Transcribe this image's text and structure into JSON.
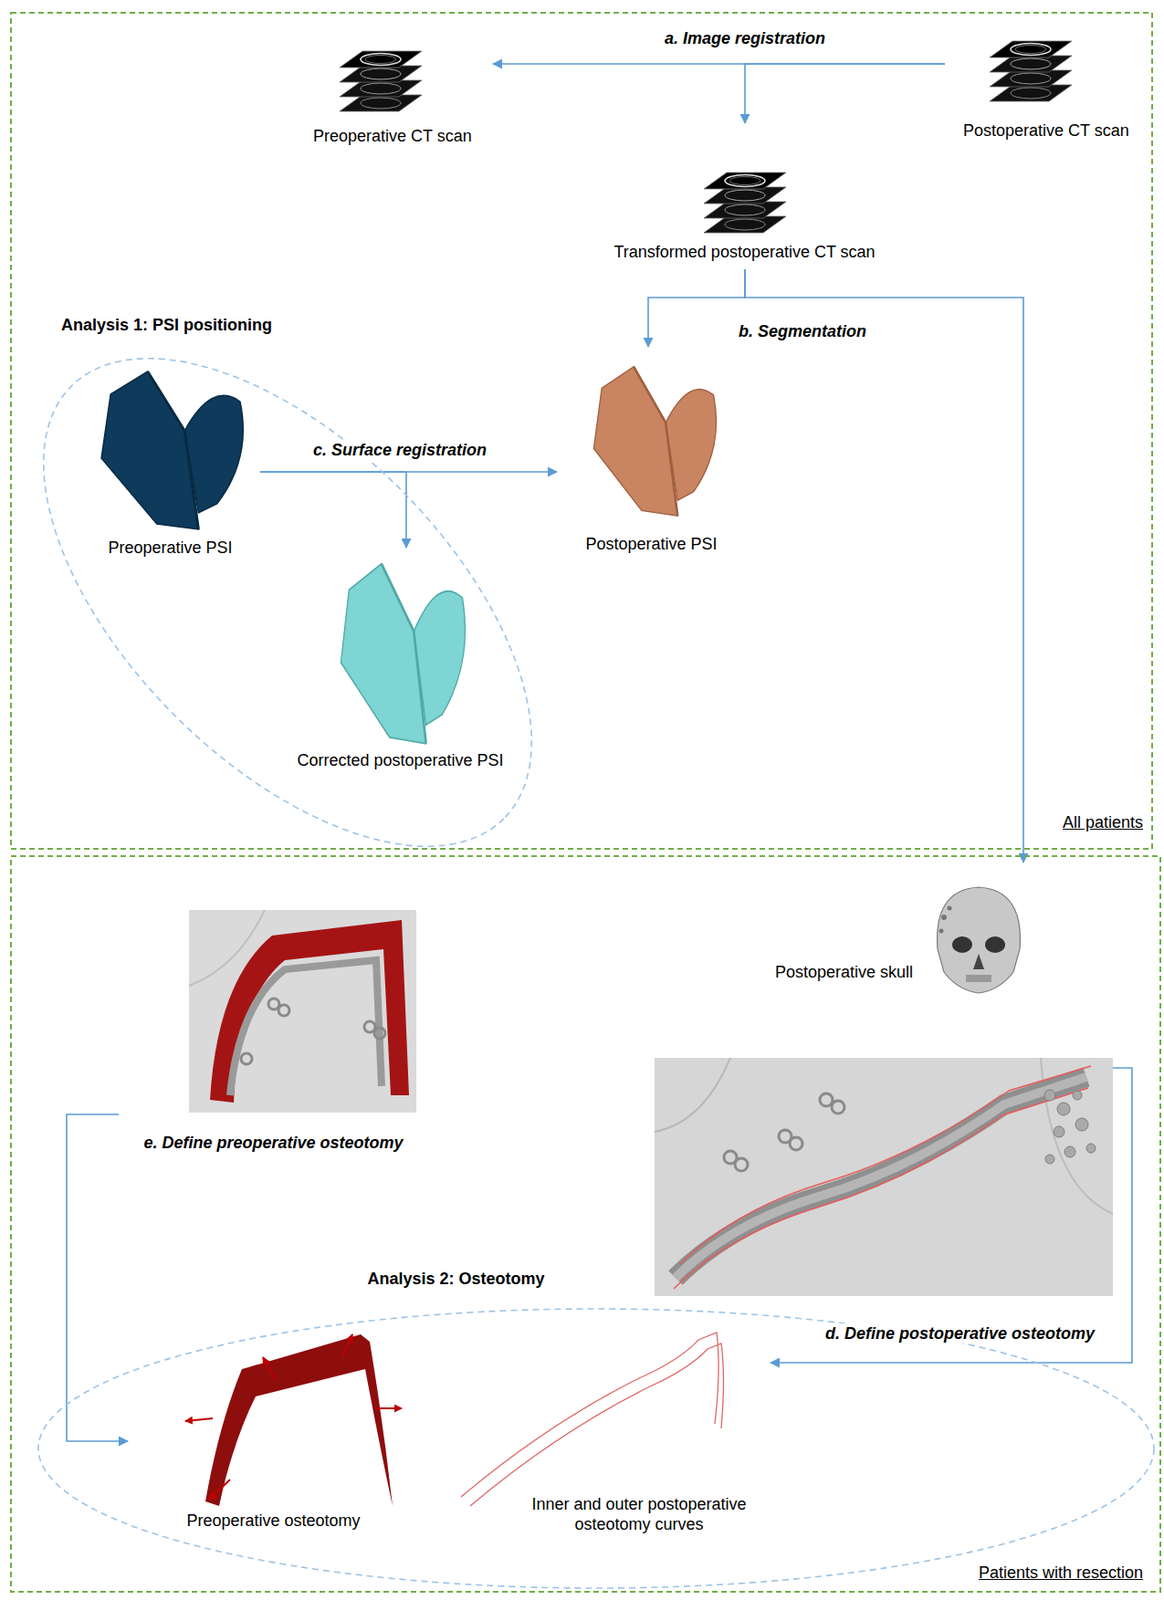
{
  "diagram": {
    "nodes": [
      {
        "text": [
          "All patients"
        ]
      },
      {
        "text": [
          "Preoperative CT scan"
        ],
        "in": 0
      },
      {
        "text": [
          "Postoperative CT scan"
        ],
        "in": 0
      },
      {
        "text": [
          "Transformed postoperative CT scan"
        ],
        "in": 0
      },
      {
        "text": [
          "Analysis 1: PSI positioning"
        ],
        "in": 0
      },
      {
        "text": [
          "Preoperative PSI"
        ],
        "in": 4
      },
      {
        "text": [
          "Corrected postoperative PSI"
        ],
        "in": 4
      },
      {
        "text": [
          "Postoperative PSI"
        ],
        "in": 0
      },
      {
        "text": [
          "Patients with resection"
        ]
      },
      {
        "text": [
          "Postoperative skull"
        ],
        "in": 8
      },
      {
        "text": [
          "e. Define preoperative osteotomy"
        ],
        "in": 8
      },
      {
        "text": [
          "Analysis 2: Osteotomy"
        ],
        "in": 8
      },
      {
        "text": [
          "Preoperative osteotomy"
        ],
        "in": 11
      },
      {
        "text": [
          "Inner and outer postoperative osteotomy curves"
        ],
        "in": 11
      }
    ],
    "edges": [
      {
        "from": 2,
        "to": 1,
        "label": "a. Image registration",
        "arrow": "to"
      },
      {
        "from": 2,
        "to": 3,
        "arrow": "to"
      },
      {
        "from": 3,
        "to": 7,
        "label": "b. Segmentation",
        "arrow": "to"
      },
      {
        "from": 3,
        "to": 9,
        "arrow": "to"
      },
      {
        "from": 5,
        "to": 7,
        "label": "c. Surface registration",
        "arrow": "to"
      },
      {
        "from": 5,
        "to": 6,
        "arrow": "to"
      },
      {
        "from": 9,
        "to": 13,
        "label": "d. Define postoperative osteotomy",
        "arrow": "to"
      },
      {
        "from": 10,
        "to": 12,
        "arrow": "to"
      }
    ]
  }
}
